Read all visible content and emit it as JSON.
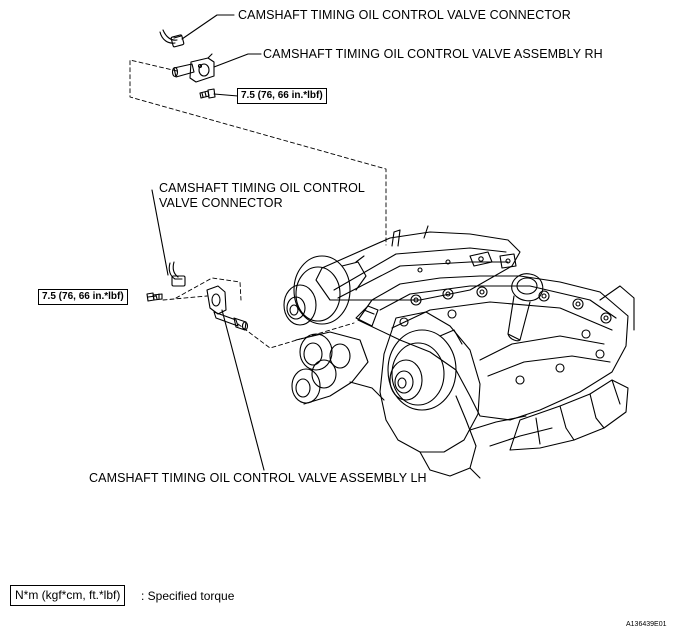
{
  "labels": {
    "rh_connector": "CAMSHAFT TIMING OIL CONTROL VALVE CONNECTOR",
    "rh_assembly": "CAMSHAFT TIMING OIL CONTROL VALVE ASSEMBLY RH",
    "lh_connector_line1": "CAMSHAFT TIMING OIL CONTROL",
    "lh_connector_line2": "VALVE CONNECTOR",
    "lh_assembly": "CAMSHAFT TIMING OIL CONTROL VALVE ASSEMBLY LH"
  },
  "torque": {
    "rh": "7.5 (76, 66 in.*lbf)",
    "lh": "7.5 (76, 66 in.*lbf)"
  },
  "legend": {
    "box": "N*m (kgf*cm, ft.*lbf)",
    "text": ": Specified torque"
  },
  "figure_code": "A136439E01"
}
